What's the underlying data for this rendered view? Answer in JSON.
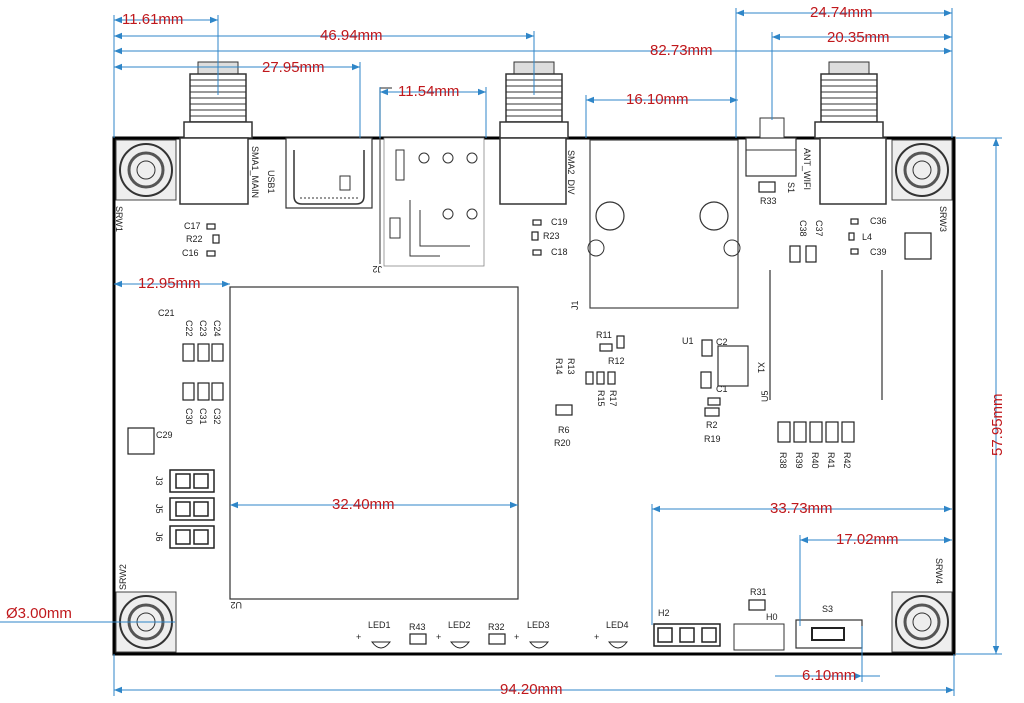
{
  "board": {
    "dimensions": {
      "d_11_61": "11.61mm",
      "d_46_94": "46.94mm",
      "d_27_95": "27.95mm",
      "d_11_54": "11.54mm",
      "d_16_10": "16.10mm",
      "d_24_74": "24.74mm",
      "d_82_73": "82.73mm",
      "d_20_35": "20.35mm",
      "d_12_95": "12.95mm",
      "d_57_95": "57.95mm",
      "d_32_40": "32.40mm",
      "d_33_73": "33.73mm",
      "d_17_02": "17.02mm",
      "d_3_00": "Ø3.00mm",
      "d_6_10": "6.10mm",
      "d_94_20": "94.20mm"
    },
    "labels": {
      "sma1": "SMA1_MAIN",
      "usb1": "USB1",
      "j2": "J2",
      "sma2": "SMA2_DIV",
      "s1": "S1",
      "ant_wifi": "ANT_WIFI",
      "j1": "J1",
      "srw1": "SRW1",
      "srw2": "SRW2",
      "srw3": "SRW3",
      "srw4": "SRW4",
      "c17": "C17",
      "r22": "R22",
      "c16": "C16",
      "c19": "C19",
      "r23": "R23",
      "c18": "C18",
      "r33": "R33",
      "c38": "C38",
      "c37": "C37",
      "c36": "C36",
      "l4": "L4",
      "c39": "C39",
      "c21": "C21",
      "c22": "C22",
      "c23": "C23",
      "c24": "C24",
      "c30": "C30",
      "c31": "C31",
      "c32": "C32",
      "c29": "C29",
      "j3": "J3",
      "j5": "J5",
      "j6": "J6",
      "u2": "U2",
      "r11": "R11",
      "r12": "R12",
      "r13": "R13",
      "r14": "R14",
      "r15": "R15",
      "r17": "R17",
      "r6": "R6",
      "r20": "R20",
      "u1": "U1",
      "c2": "C2",
      "x1": "X1",
      "c1": "C1",
      "r2": "R2",
      "r19": "R19",
      "u5": "U5",
      "r38": "R38",
      "r39": "R39",
      "r40": "R40",
      "r41": "R41",
      "r42": "R42",
      "h2": "H2",
      "r31": "R31",
      "h0": "H0",
      "s3": "S3",
      "led1": "LED1",
      "led2": "LED2",
      "led3": "LED3",
      "led4": "LED4",
      "r43": "R43",
      "r32": "R32",
      "plus": "+"
    }
  }
}
